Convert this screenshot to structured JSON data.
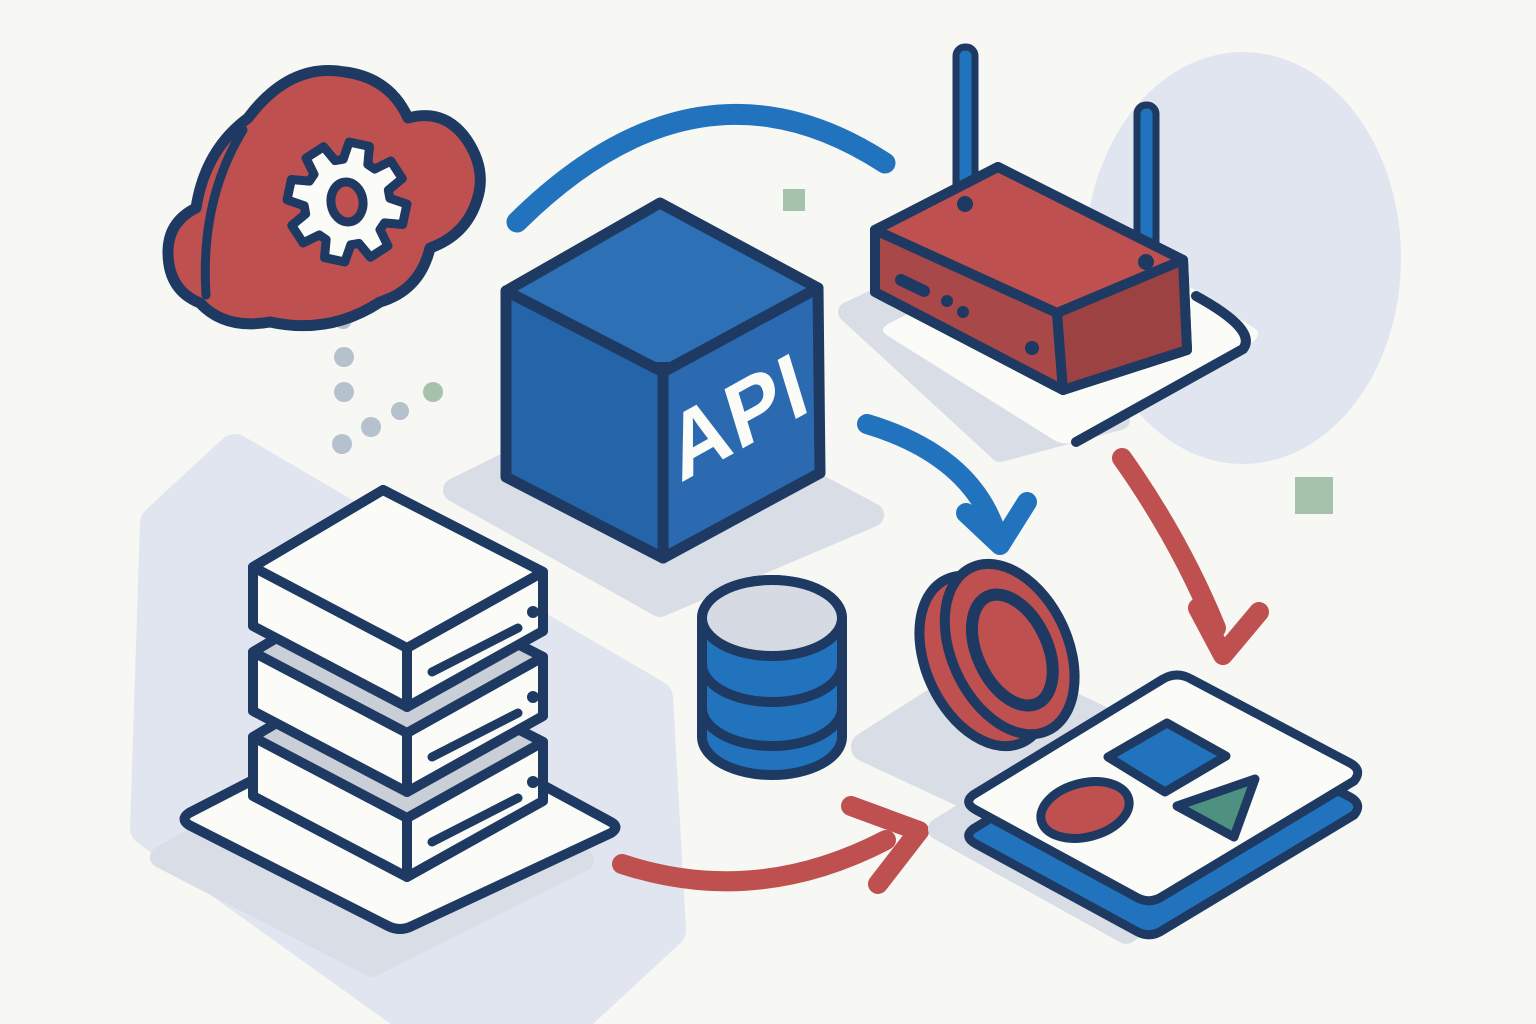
{
  "illustration": {
    "title": "API data-flow concept illustration",
    "api_label": "API",
    "colors": {
      "bg": "#f7f7f4",
      "navy": "#1e3a63",
      "red": "#bf5050",
      "red_dark": "#a84848",
      "red_deep": "#9c4242",
      "blue_top": "#2d70b5",
      "blue_left": "#2465a9",
      "blue_right": "#2b6ab1",
      "blue_bright": "#2273bd",
      "teal": "#4e9180",
      "lavender": "#e1e5ef",
      "shadow": "#d9dde6",
      "gray_top": "#d6dae2",
      "slab_gray": "#c9ced7",
      "green_accent": "#a7c2ac",
      "dot_gray": "#b5c1cd",
      "white": "#fbfbf8"
    },
    "nodes": [
      {
        "id": "cloud-service",
        "label": "red cloud with settings gear",
        "color": "red"
      },
      {
        "id": "api-cube",
        "label": "blue isometric cube labeled API",
        "color": "blue"
      },
      {
        "id": "wifi-router",
        "label": "red router with two blue antennas",
        "color": "red"
      },
      {
        "id": "server-stack",
        "label": "stack of three white servers on platform",
        "color": "white"
      },
      {
        "id": "database-cylinder",
        "label": "blue database cylinder",
        "color": "blue"
      },
      {
        "id": "token-coin",
        "label": "red tilted coin / token",
        "color": "red"
      },
      {
        "id": "shapes-board",
        "label": "blue board with red circle, blue square, teal triangle",
        "color": "blue"
      }
    ],
    "arrows": [
      {
        "id": "cloud-to-router-arc",
        "color": "blue",
        "from": "cloud-service",
        "to": "wifi-router"
      },
      {
        "id": "api-to-token-arrow",
        "color": "blue",
        "from": "api-cube",
        "to": "token-coin"
      },
      {
        "id": "router-to-board-arrow",
        "color": "red",
        "from": "wifi-router",
        "to": "shapes-board"
      },
      {
        "id": "servers-to-board-arrow",
        "color": "red",
        "from": "server-stack",
        "to": "shapes-board"
      }
    ],
    "accents": {
      "dotted_trail_dot_count": 7,
      "green_square_count": 2
    }
  }
}
